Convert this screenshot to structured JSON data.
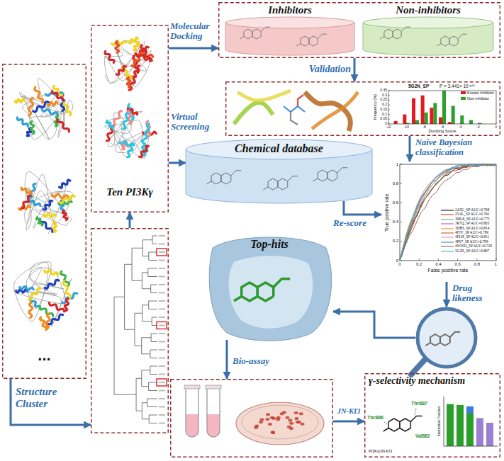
{
  "diagram": {
    "nodes": [
      {
        "text": [
          "..."
        ]
      },
      {
        "text": [
          "Ten PI3Kγ"
        ]
      },
      {
        "text": []
      },
      {
        "text": []
      },
      {
        "text": [
          "Inhibitors"
        ],
        "in": 3
      },
      {
        "text": [
          "Non-inhibitors"
        ],
        "in": 3
      },
      {
        "text": [
          "5G2N_SP",
          "P = 3.441× 10⁻²⁵⁵"
        ]
      },
      {
        "text": [
          "Chemical database"
        ]
      },
      {
        "text": [
          "True positive rate",
          "False positive rate"
        ]
      },
      {
        "text": []
      },
      {
        "text": [
          "Top-hits"
        ]
      },
      {
        "text": []
      },
      {
        "text": [
          "γ-selectivity mechanism"
        ]
      }
    ],
    "edges": [
      {
        "from": 0,
        "to": 2,
        "label": "Structure Cluster",
        "arrow": "to"
      },
      {
        "from": 2,
        "to": 1,
        "arrow": "to"
      },
      {
        "from": 1,
        "to": 3,
        "label": "Molecular Docking",
        "arrow": "to"
      },
      {
        "from": 3,
        "to": 6,
        "label": "Validation",
        "arrow": "to"
      },
      {
        "from": 6,
        "to": 8,
        "label": "Naive Bayesian classification",
        "arrow": "to"
      },
      {
        "from": 1,
        "to": 7,
        "label": "Virtual Screening",
        "arrow": "to"
      },
      {
        "from": 7,
        "to": 8,
        "label": "Re-score",
        "arrow": "to"
      },
      {
        "from": 8,
        "to": 9,
        "label": "Drug likeness",
        "arrow": "to"
      },
      {
        "from": 9,
        "to": 10,
        "arrow": "to"
      },
      {
        "from": 10,
        "to": 11,
        "label": "Bio-assay",
        "arrow": "to"
      },
      {
        "from": 11,
        "to": 12,
        "label": "JN-KI3",
        "arrow": "to"
      }
    ],
    "labels": [
      "Frequency (%)",
      "Docking Score",
      "-12",
      "-10",
      "-8",
      "-6",
      "-4",
      "-2",
      "0",
      "0",
      "0.05",
      "0.1",
      "0.15",
      "0.2",
      "0.25",
      "0.3",
      "0.35",
      "0",
      "0.2",
      "0.4",
      "0.6",
      "0.8",
      "1.",
      "0",
      "0.2",
      "0.4",
      "0.6",
      "0.8",
      "1",
      "Thr886",
      "Thr887",
      "Val882",
      "PI3Kγ/JN-KI3",
      "Interaction Fraction"
    ],
    "legend": [
      {
        "text": "Known Inhibitor",
        "color": "#e41a1c"
      },
      {
        "text": "Non-inhibitor",
        "color": "#2ca02c"
      },
      {
        "text": "2A5U_SP AUC=0.768"
      },
      {
        "text": "2V4L_SP AUC=0.766"
      },
      {
        "text": "3ML8_SP AUC=0.775"
      },
      {
        "text": "3R7Q_SP AUC=0.803"
      },
      {
        "text": "3DBS_SP AUC=0.814"
      },
      {
        "text": "4FJY_SP AUC=0.789"
      },
      {
        "text": "4FLH_SP AUC=0.811"
      },
      {
        "text": "4PS7_SP AUC=0.799"
      },
      {
        "text": "4WWO_SP AUC=0.729"
      },
      {
        "text": "5G2N_SP AUC=0.807"
      }
    ]
  }
}
